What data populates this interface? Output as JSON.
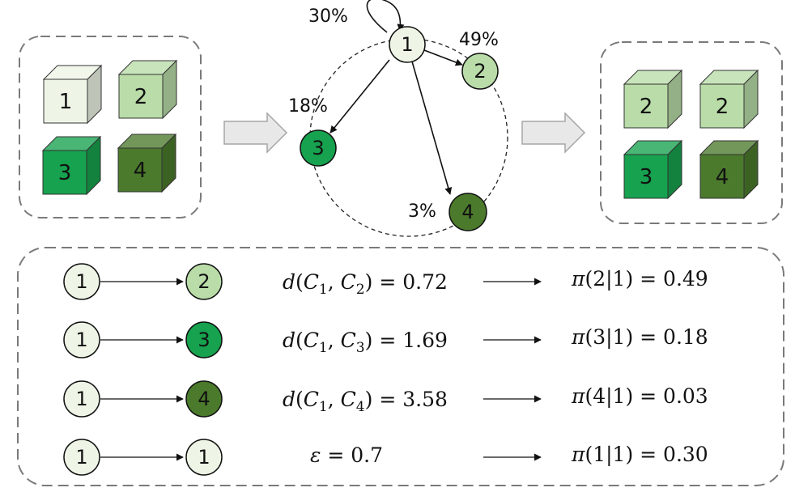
{
  "colors": {
    "state_1": "#eef5e6",
    "state_2": "#b9dca8",
    "state_3": "#16a24e",
    "state_4": "#4b7a2c",
    "stroke": "#111111",
    "dash": "#7a7a7a",
    "big_arrow": "#e6e6e6"
  },
  "cubes_before": [
    {
      "label": "1",
      "state": "1"
    },
    {
      "label": "2",
      "state": "2"
    },
    {
      "label": "3",
      "state": "3"
    },
    {
      "label": "4",
      "state": "4"
    }
  ],
  "cubes_after": [
    {
      "label": "2",
      "state": "2"
    },
    {
      "label": "2",
      "state": "2"
    },
    {
      "label": "3",
      "state": "3"
    },
    {
      "label": "4",
      "state": "4"
    }
  ],
  "graph": {
    "nodes": [
      {
        "label": "1",
        "state": "1"
      },
      {
        "label": "2",
        "state": "2"
      },
      {
        "label": "3",
        "state": "3"
      },
      {
        "label": "4",
        "state": "4"
      }
    ],
    "probabilities": {
      "self_loop": "30%",
      "to_2": "49%",
      "to_3": "18%",
      "to_4": "3%"
    }
  },
  "rows": [
    {
      "from": "1",
      "to": "2",
      "to_state": "2",
      "dist": {
        "fn": "d",
        "a": "C",
        "a_sub": "1",
        "b": "C",
        "b_sub": "2",
        "value": "0.72"
      },
      "prob": {
        "fn": "π",
        "arg": "2|1",
        "value": "0.49"
      }
    },
    {
      "from": "1",
      "to": "3",
      "to_state": "3",
      "dist": {
        "fn": "d",
        "a": "C",
        "a_sub": "1",
        "b": "C",
        "b_sub": "3",
        "value": "1.69"
      },
      "prob": {
        "fn": "π",
        "arg": "3|1",
        "value": "0.18"
      }
    },
    {
      "from": "1",
      "to": "4",
      "to_state": "4",
      "dist": {
        "fn": "d",
        "a": "C",
        "a_sub": "1",
        "b": "C",
        "b_sub": "4",
        "value": "3.58"
      },
      "prob": {
        "fn": "π",
        "arg": "4|1",
        "value": "0.03"
      }
    },
    {
      "from": "1",
      "to": "1",
      "to_state": "1",
      "eps": {
        "symbol": "ε",
        "value": "0.7"
      },
      "prob": {
        "fn": "π",
        "arg": "1|1",
        "value": "0.30"
      }
    }
  ]
}
